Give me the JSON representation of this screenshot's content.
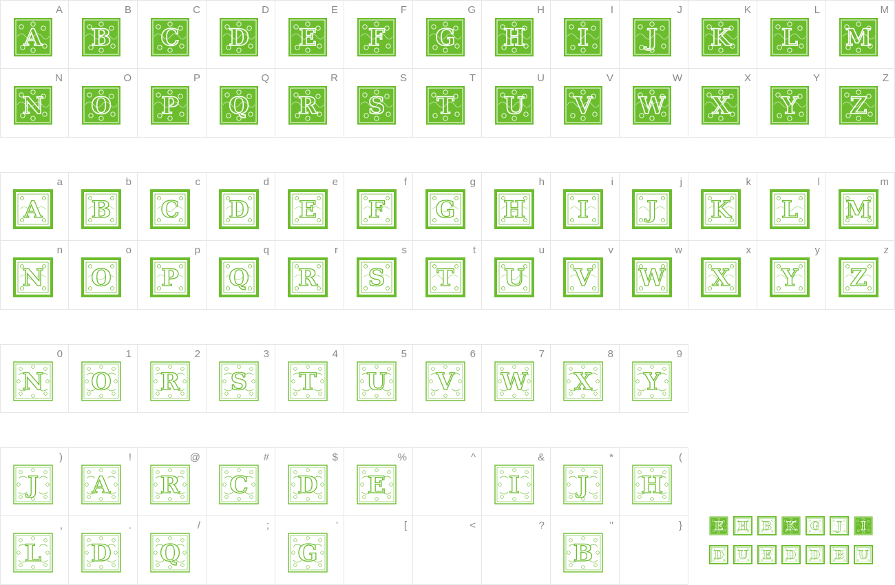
{
  "colors": {
    "accent": "#6cbd2e",
    "cell_border": "#e6e6e6",
    "label": "#8a8a8a"
  },
  "sections": [
    {
      "id": "uppercase",
      "style": "solid",
      "rows": [
        [
          "A",
          "B",
          "C",
          "D",
          "E",
          "F",
          "G",
          "H",
          "I",
          "J",
          "K",
          "L",
          "M"
        ],
        [
          "N",
          "O",
          "P",
          "Q",
          "R",
          "S",
          "T",
          "U",
          "V",
          "W",
          "X",
          "Y",
          "Z"
        ]
      ]
    },
    {
      "id": "lowercase",
      "style": "framed",
      "rows": [
        [
          "a",
          "b",
          "c",
          "d",
          "e",
          "f",
          "g",
          "h",
          "i",
          "j",
          "k",
          "l",
          "m"
        ],
        [
          "n",
          "o",
          "p",
          "q",
          "r",
          "s",
          "t",
          "u",
          "v",
          "w",
          "x",
          "y",
          "z"
        ]
      ]
    },
    {
      "id": "digits",
      "style": "outline",
      "rows": [
        [
          {
            "label": "0",
            "glyph": "N"
          },
          {
            "label": "1",
            "glyph": "O"
          },
          {
            "label": "2",
            "glyph": "R"
          },
          {
            "label": "3",
            "glyph": "S"
          },
          {
            "label": "4",
            "glyph": "T"
          },
          {
            "label": "5",
            "glyph": "U"
          },
          {
            "label": "6",
            "glyph": "V"
          },
          {
            "label": "7",
            "glyph": "W"
          },
          {
            "label": "8",
            "glyph": "X"
          },
          {
            "label": "9",
            "glyph": "Y"
          }
        ]
      ]
    },
    {
      "id": "symbols",
      "style": "outline",
      "rows": [
        [
          {
            "label": ")",
            "glyph": "J"
          },
          {
            "label": "!",
            "glyph": "A"
          },
          {
            "label": "@",
            "glyph": "R"
          },
          {
            "label": "#",
            "glyph": "C"
          },
          {
            "label": "$",
            "glyph": "D"
          },
          {
            "label": "%",
            "glyph": "E"
          },
          {
            "label": "^",
            "glyph": ""
          },
          {
            "label": "&",
            "glyph": "I"
          },
          {
            "label": "*",
            "glyph": "J"
          },
          {
            "label": "(",
            "glyph": "H"
          }
        ],
        [
          {
            "label": ",",
            "glyph": "L"
          },
          {
            "label": ".",
            "glyph": "D"
          },
          {
            "label": "/",
            "glyph": "Q"
          },
          {
            "label": ";",
            "glyph": ""
          },
          {
            "label": "'",
            "glyph": "G"
          },
          {
            "label": "[",
            "glyph": ""
          },
          {
            "label": "<",
            "glyph": ""
          },
          {
            "label": "?",
            "glyph": ""
          },
          {
            "label": "\"",
            "glyph": "B"
          },
          {
            "label": "}",
            "glyph": ""
          }
        ]
      ]
    }
  ],
  "preview": {
    "rows": [
      [
        "E",
        "H",
        "B",
        "K",
        "G",
        "J",
        "I"
      ],
      [
        "D",
        "U",
        "E",
        "D",
        "D",
        "B",
        "U"
      ]
    ]
  }
}
